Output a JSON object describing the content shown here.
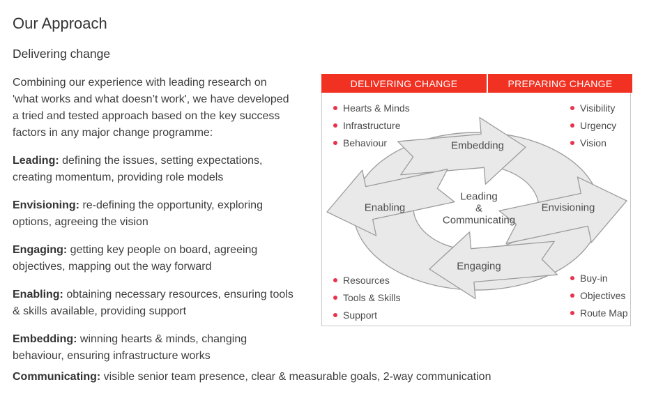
{
  "page": {
    "title": "Our Approach",
    "subtitle": "Delivering change"
  },
  "intro": "Combining our experience with leading research on 'what works and what doesn’t work', we have developed a tried and tested approach based on the key success factors in any major change programme:",
  "terms": [
    {
      "label": "Leading:",
      "text": " defining the issues, setting expectations, creating momentum, providing role models"
    },
    {
      "label": "Envisioning:",
      "text": " re-defining the opportunity, exploring options, agreeing the vision"
    },
    {
      "label": "Engaging:",
      "text": " getting key people on board, agreeing objectives, mapping out the way forward"
    },
    {
      "label": "Enabling:",
      "text": " obtaining necessary resources, ensuring tools & skills available, providing support"
    },
    {
      "label": "Embedding:",
      "text": " winning hearts & minds, changing behaviour, ensuring infrastructure works"
    },
    {
      "label": "Communicating:",
      "text": " visible senior team presence, clear & measurable goals, 2-way communication"
    }
  ],
  "diagram": {
    "headers": [
      {
        "label": "DELIVERING CHANGE"
      },
      {
        "label": "PREPARING CHANGE"
      }
    ],
    "delivering_top": [
      "Hearts & Minds",
      "Infrastructure",
      "Behaviour"
    ],
    "delivering_bottom": [
      "Resources",
      "Tools & Skills",
      "Support"
    ],
    "preparing_top": [
      "Visibility",
      "Urgency",
      "Vision"
    ],
    "preparing_bottom": [
      "Buy-in",
      "Objectives",
      "Route Map"
    ],
    "cycle": {
      "top": "Embedding",
      "right": "Envisioning",
      "bottom": "Engaging",
      "left": "Enabling",
      "center": [
        "Leading",
        "&",
        "Communicating"
      ]
    },
    "colors": {
      "header_red": "#f13122",
      "bullet_red": "#e8334d",
      "arrow_fill": "#e9e9e9",
      "arrow_stroke": "#9c9c9c"
    }
  }
}
